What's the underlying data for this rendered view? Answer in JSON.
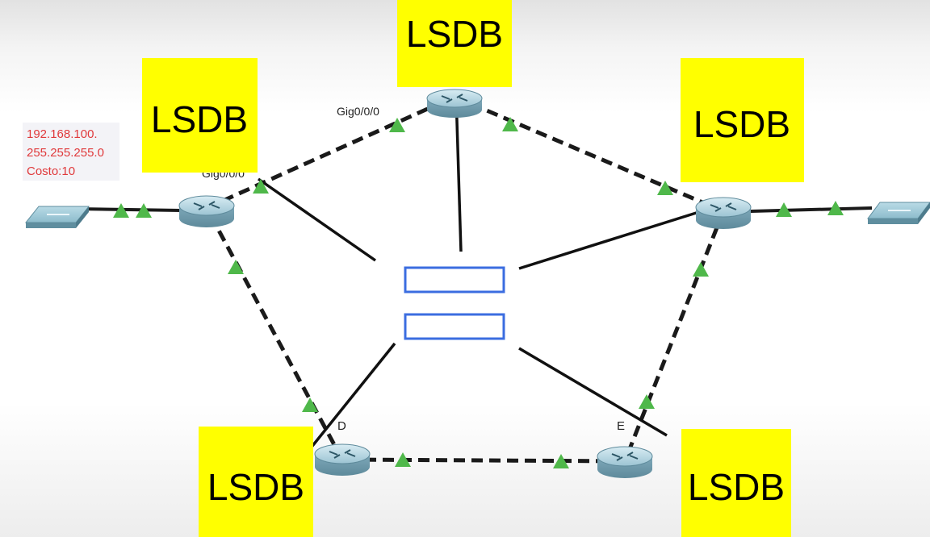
{
  "colors": {
    "lsdb_bg": "#ffff00",
    "link": "#1a1a1a",
    "arrow": "#4fb84a",
    "router_body": "#a9cdd9",
    "switch_body": "#7fb1c3",
    "db_box_border": "#3b6de0",
    "label_red": "#e0393b"
  },
  "routers": {
    "top": {
      "name": ""
    },
    "left": {
      "name": ""
    },
    "right": {
      "name": ""
    },
    "bottom_left": {
      "name": "D"
    },
    "bottom_right": {
      "name": "E"
    }
  },
  "switches": [
    {
      "icon": "switch-icon"
    },
    {
      "icon": "switch-icon"
    }
  ],
  "interface_labels": {
    "top": "Gig0/0/0",
    "left": "Gig0/0/0"
  },
  "network_info": {
    "line1": "192.168.100.",
    "line2": "255.255.255.0",
    "line3": "Costo:10"
  },
  "lsdb_labels": {
    "top": "LSDB",
    "left": "LSDB",
    "right": "LSDB",
    "bottom_left": "LSDB",
    "bottom_right": "LSDB"
  },
  "central_database": {
    "icon": "database-table-icon"
  }
}
